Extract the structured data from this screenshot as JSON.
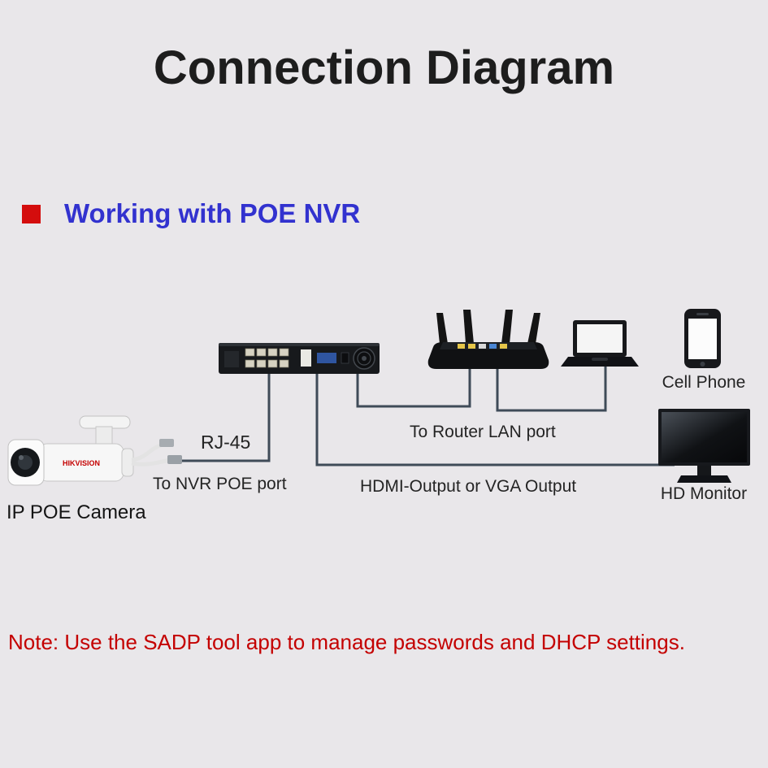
{
  "page": {
    "title": "Connection Diagram",
    "section": {
      "heading": "Working with POE NVR"
    },
    "note": "Note: Use the SADP tool app to manage passwords and DHCP settings."
  },
  "diagram": {
    "camera_brand": "HIKVISION",
    "labels": {
      "rj45": "RJ-45",
      "nvr_poe_port": "To NVR POE port",
      "router_lan_port": "To Router LAN port",
      "hdmi_vga": "HDMI-Output or VGA Output",
      "ip_poe_camera": "IP POE Camera",
      "cell_phone": "Cell Phone",
      "hd_monitor": "HD Monitor"
    }
  },
  "colors": {
    "background": "#e9e7ea",
    "title_text": "#1d1d1d",
    "heading_text": "#3232cf",
    "bullet_red": "#d40d0d",
    "note_red": "#c40000",
    "connection_line": "#3f4b58"
  }
}
